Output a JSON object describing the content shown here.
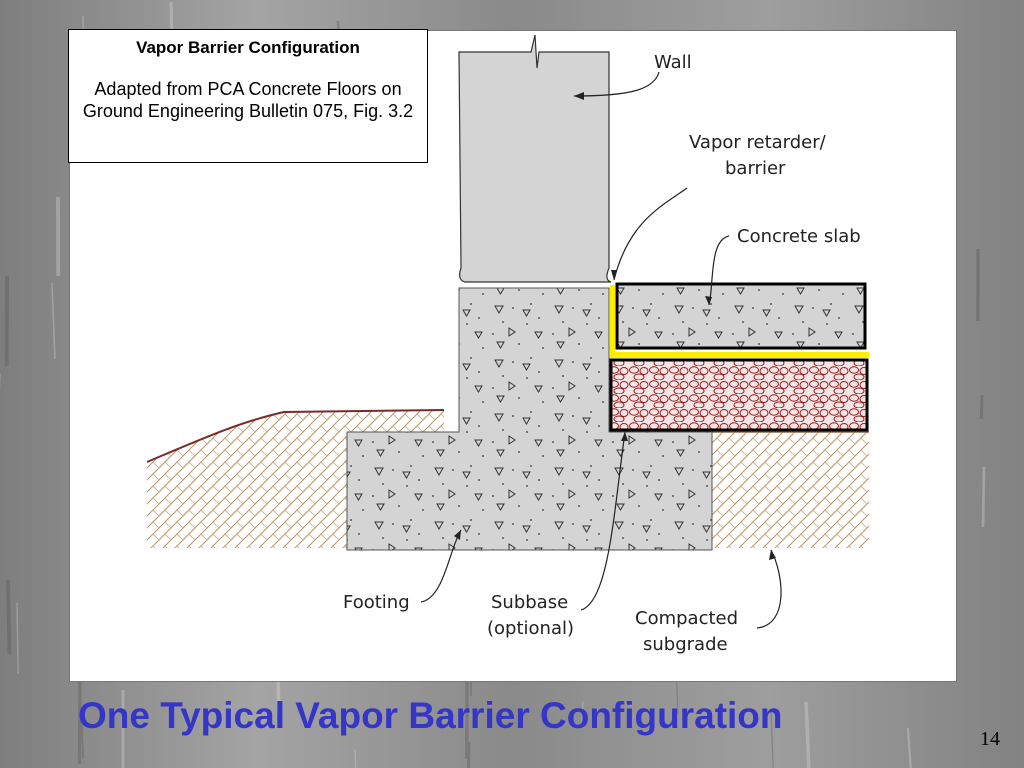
{
  "slide": {
    "title": "One Typical Vapor Barrier Configuration",
    "page_number": "14"
  },
  "source_box": {
    "title": "Vapor Barrier Configuration",
    "text": "Adapted from PCA Concrete Floors on Ground Engineering Bulletin 075, Fig. 3.2"
  },
  "labels": {
    "wall": "Wall",
    "vapor_line1": "Vapor retarder/",
    "vapor_line2": "barrier",
    "slab": "Concrete slab",
    "footing": "Footing",
    "subbase_line1": "Subbase",
    "subbase_line2": "(optional)",
    "subgrade_line1": "Compacted",
    "subgrade_line2": "subgrade"
  },
  "colors": {
    "title_blue": "#3535c8",
    "barrier_yellow": "#ffee00",
    "concrete_gray": "#d4d4d4",
    "subbase_red": "#9b1b1b",
    "soil_brown": "#b8956a"
  }
}
